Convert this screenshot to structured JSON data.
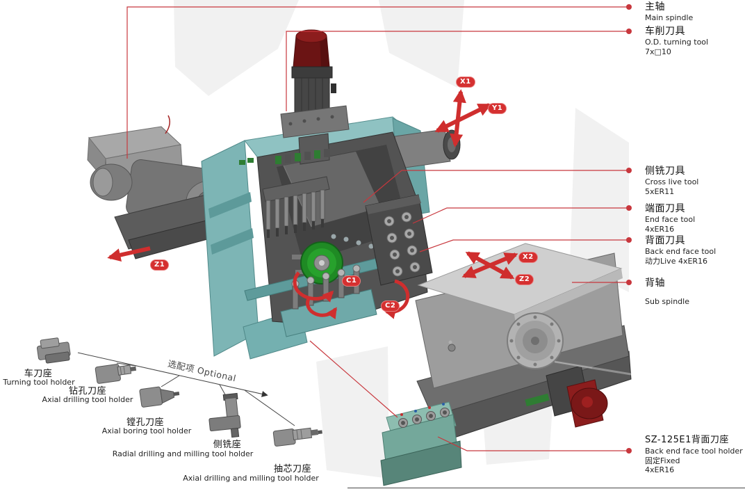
{
  "colors": {
    "accent_red": "#cf2e2e",
    "machine_teal": "#7db5b5",
    "spindle_green": "#1f8a24",
    "label_text": "#111111"
  },
  "callouts": [
    {
      "zh": "主轴",
      "en": "Main spindle",
      "spec": "",
      "spec2": ""
    },
    {
      "zh": "车削刀具",
      "en": "O.D. turning tool",
      "spec": "7x□10",
      "spec2": ""
    },
    {
      "zh": "侧铣刀具",
      "en": "Cross live tool",
      "spec": "5xER11",
      "spec2": ""
    },
    {
      "zh": "端面刀具",
      "en": "End face tool",
      "spec": "4xER16",
      "spec2": ""
    },
    {
      "zh": "背面刀具",
      "en": "Back end face tool",
      "spec": "动力Live 4xER16",
      "spec2": ""
    },
    {
      "zh": "背轴",
      "en": "Sub spindle",
      "spec": "",
      "spec2": ""
    },
    {
      "zh": "SZ-125E1背面刀座",
      "en": "Back end face tool holder",
      "spec": "固定Fixed",
      "spec2": "4xER16"
    }
  ],
  "axis_labels": {
    "x1": "X1",
    "y1": "Y1",
    "z1": "Z1",
    "c1": "C1",
    "c2": "C2",
    "x2": "X2",
    "z2": "Z2"
  },
  "tool_holders": [
    {
      "zh": "车刀座",
      "en": "Turning tool holder"
    },
    {
      "zh": "钻孔刀座",
      "en": "Axial drilling tool holder"
    },
    {
      "zh": "镗孔刀座",
      "en": "Axial boring tool holder"
    },
    {
      "zh": "侧铣座",
      "en": "Radial drilling and milling tool holder"
    },
    {
      "zh": "抽芯刀座",
      "en": "Axial drilling and milling tool holder"
    }
  ],
  "optional_note": "选配项 Optional"
}
